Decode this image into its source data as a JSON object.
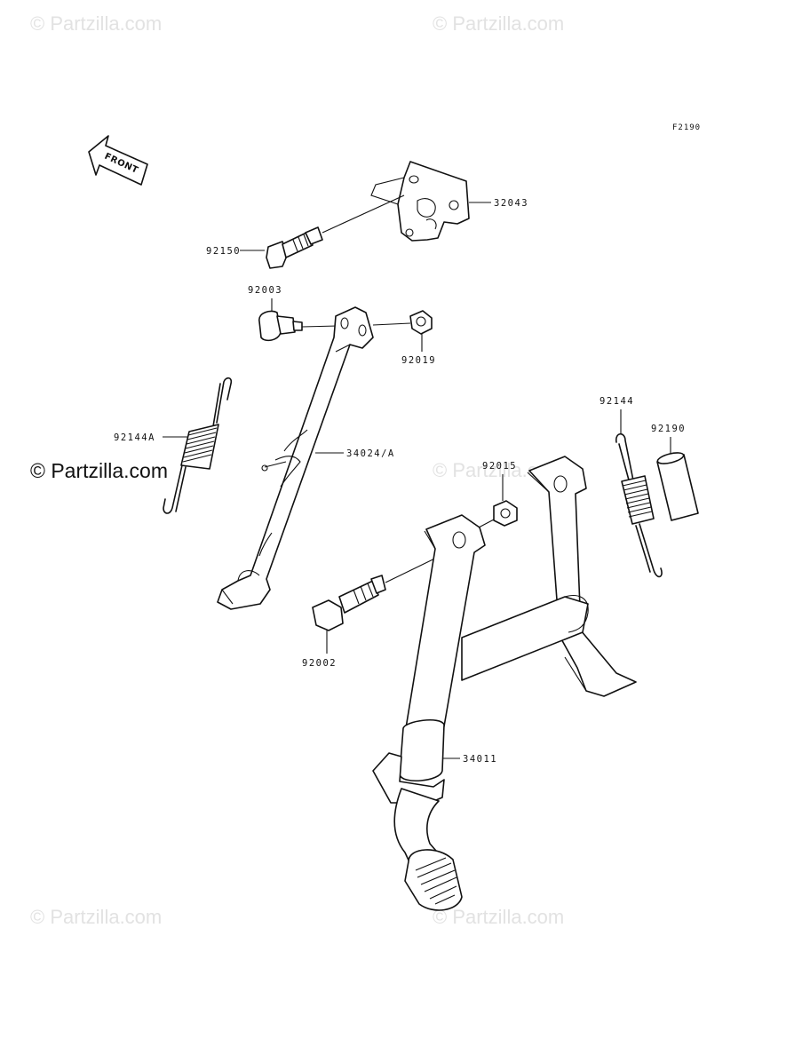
{
  "diagram": {
    "code": "F2190",
    "direction_label": "FRONT"
  },
  "watermarks": {
    "text": "© Partzilla.com"
  },
  "parts": {
    "p32043": "32043",
    "p92150": "92150",
    "p92003": "92003",
    "p92019": "92019",
    "p92144A": "92144A",
    "p34024A": "34024/A",
    "p92015": "92015",
    "p92002": "92002",
    "p34011": "34011",
    "p92144": "92144",
    "p92190": "92190"
  },
  "colors": {
    "line": "#111111",
    "watermark": "#e2e2e2"
  }
}
